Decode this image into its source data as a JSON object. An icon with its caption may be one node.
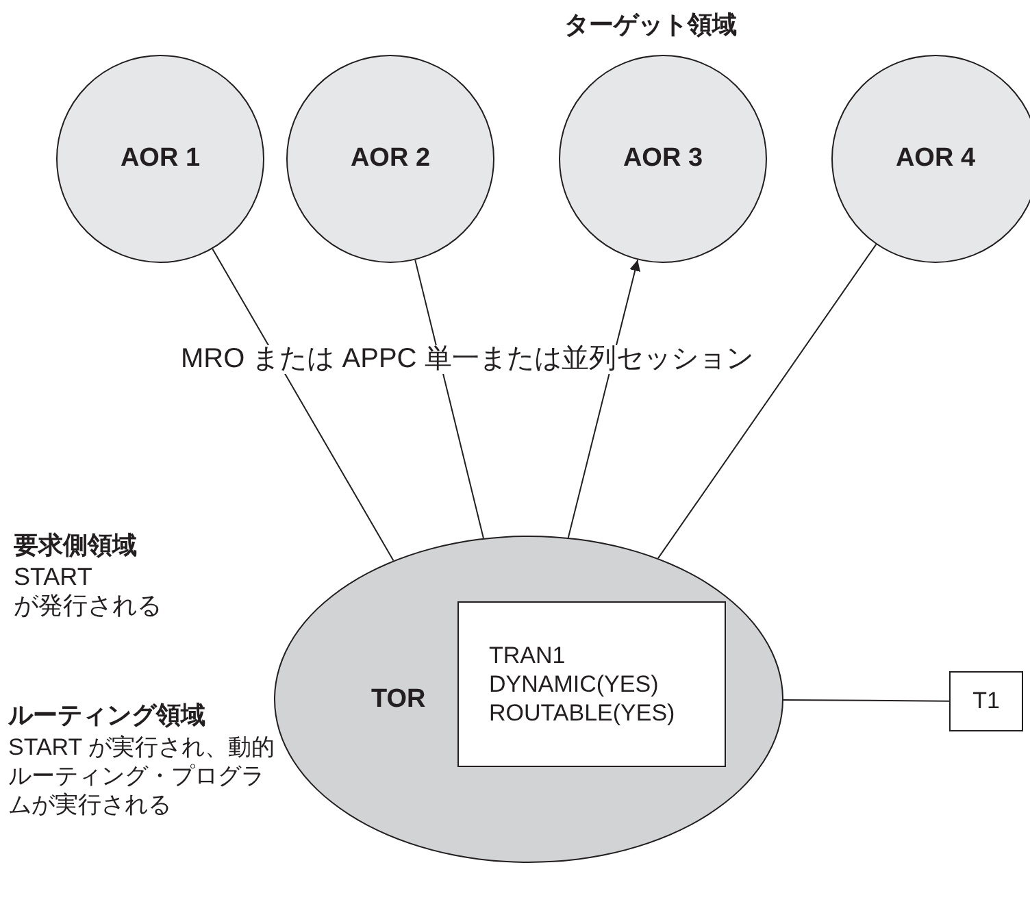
{
  "diagram": {
    "nodes": [
      {
        "text": [
          "AOR 1"
        ]
      },
      {
        "text": [
          "AOR 2"
        ]
      },
      {
        "text": [
          "AOR 3"
        ]
      },
      {
        "text": [
          "AOR 4"
        ]
      },
      {
        "text": [
          "TOR"
        ]
      },
      {
        "text": [
          "TRAN1 DYNAMIC(YES) ROUTABLE(YES)"
        ],
        "in": 4
      },
      {
        "text": [
          "T1"
        ]
      }
    ],
    "edges": [
      {
        "from": 4,
        "to": 0,
        "arrow": "none"
      },
      {
        "from": 4,
        "to": 1,
        "arrow": "none"
      },
      {
        "from": 4,
        "to": 2,
        "arrow": "to"
      },
      {
        "from": 4,
        "to": 3,
        "arrow": "none"
      },
      {
        "from": 4,
        "to": 6,
        "arrow": "none"
      }
    ],
    "labels": [
      "ターゲット領域",
      "MRO または APPC 単一または並列セッション",
      "要求側領域",
      "START が発行される",
      "ルーティング領域",
      "START が実行され、動的ルーティング・プログラムが実行される"
    ]
  }
}
